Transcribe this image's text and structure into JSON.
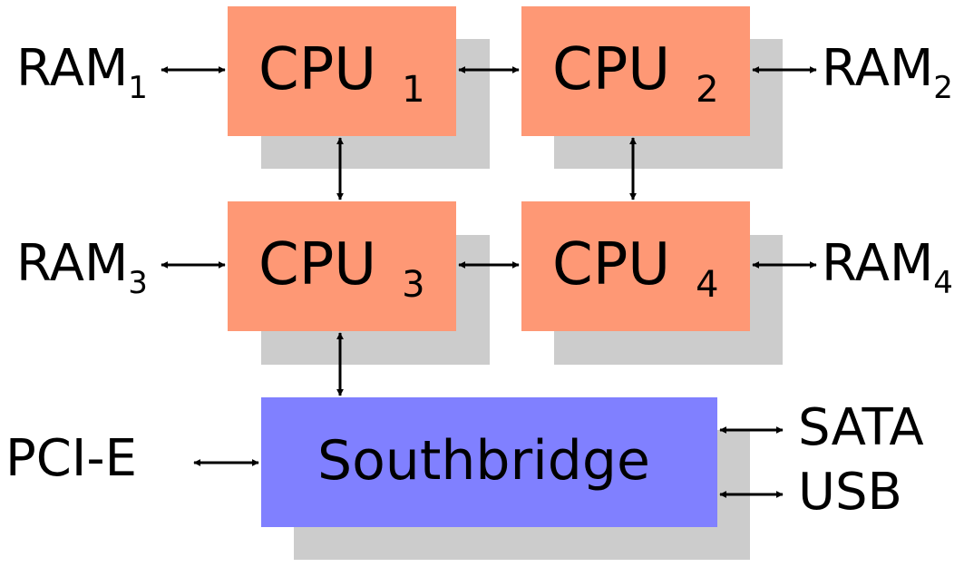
{
  "colors": {
    "cpu": "#fe9875",
    "southbridge": "#8080ff",
    "shadow": "#cccccc",
    "arrow": "#000000"
  },
  "cpus": [
    {
      "name": "CPU",
      "index": "1"
    },
    {
      "name": "CPU",
      "index": "2"
    },
    {
      "name": "CPU",
      "index": "3"
    },
    {
      "name": "CPU",
      "index": "4"
    }
  ],
  "southbridge": {
    "label": "Southbridge"
  },
  "rams": [
    {
      "name": "RAM",
      "index": "1"
    },
    {
      "name": "RAM",
      "index": "2"
    },
    {
      "name": "RAM",
      "index": "3"
    },
    {
      "name": "RAM",
      "index": "4"
    }
  ],
  "peripherals": {
    "pcie": "PCI-E",
    "sata": "SATA",
    "usb": "USB"
  }
}
